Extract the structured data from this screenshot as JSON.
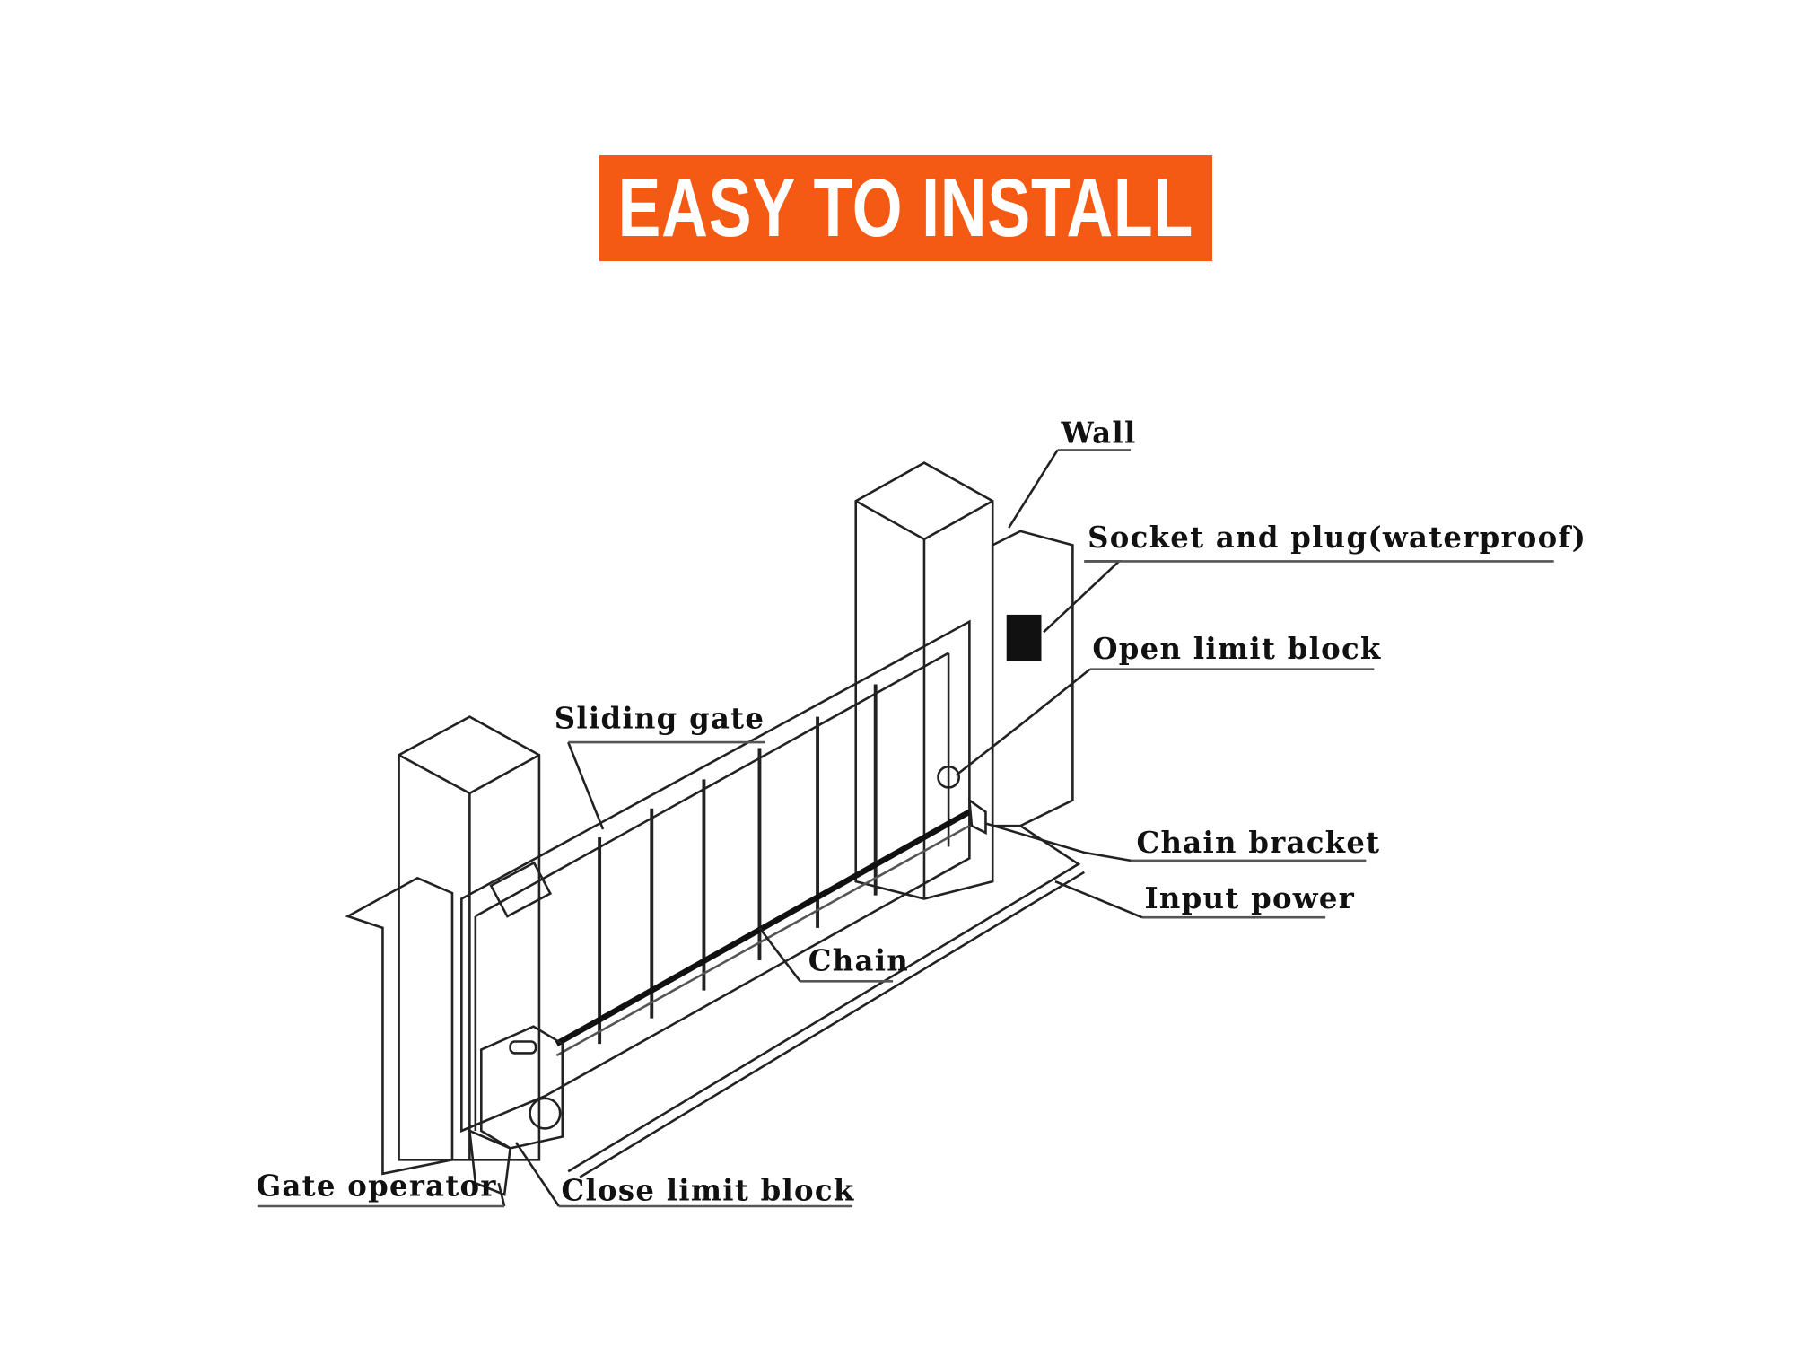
{
  "banner": {
    "title": "EASY TO INSTALL",
    "color": "#f55a14"
  },
  "labels": {
    "wall": "Wall",
    "socket": "Socket and plug(waterproof)",
    "open_limit": "Open limit block",
    "sliding_gate": "Sliding gate",
    "chain_bracket": "Chain bracket",
    "input_power": "Input power",
    "chain": "Chain",
    "gate_operator": "Gate operator",
    "close_limit": "Close limit block"
  }
}
